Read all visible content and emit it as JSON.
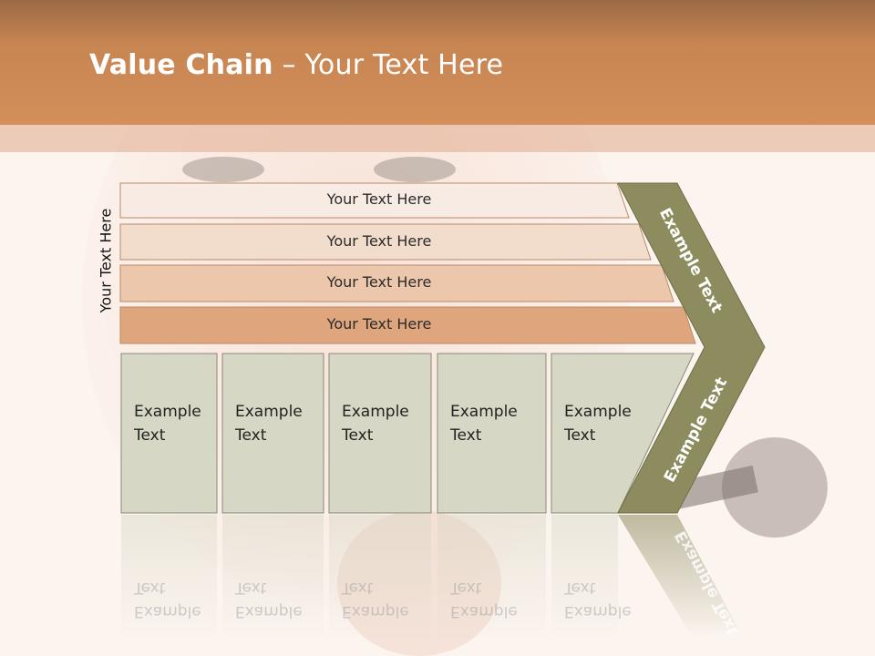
{
  "title": {
    "bold": "Value Chain",
    "rest": " – Your Text Here"
  },
  "side_label": "Your Text Here",
  "bars": [
    {
      "label": "Your Text Here",
      "color": "#f7ebe3"
    },
    {
      "label": "Your Text Here",
      "color": "#f2dccb"
    },
    {
      "label": "Your Text Here",
      "color": "#ecc7ac"
    },
    {
      "label": "Your Text Here",
      "color": "#dfa67e"
    }
  ],
  "boxes": [
    {
      "label": "Example\nText"
    },
    {
      "label": "Example\nText"
    },
    {
      "label": "Example\nText"
    },
    {
      "label": "Example\nText"
    },
    {
      "label": "Example\nText"
    }
  ],
  "arrow": {
    "upper_label": "Example Text",
    "lower_label": "Example Text",
    "color": "#8c8c5e"
  },
  "colors": {
    "header": "#d48f5a",
    "box_fill": "#d7d7c5",
    "box_border": "#8a8a7a"
  }
}
